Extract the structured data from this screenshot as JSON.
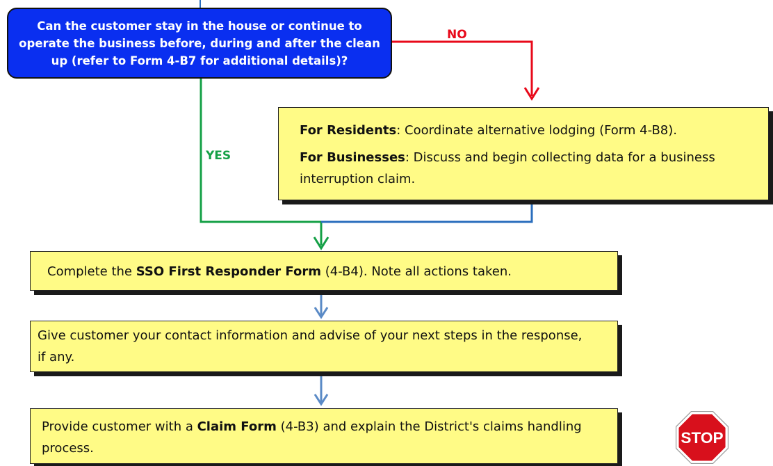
{
  "decision": {
    "text": "Can the customer stay in the house or continue to operate the business before, during and after the clean up (refer to Form 4-B7 for additional details)?"
  },
  "branch_labels": {
    "no": "NO",
    "yes": "YES"
  },
  "alternatives_box": {
    "residents_label": "For Residents",
    "residents_text": ":  Coordinate alternative lodging (Form 4-B8).",
    "businesses_label": "For Businesses",
    "businesses_text": ":  Discuss and begin collecting data for a business interruption claim."
  },
  "step1": {
    "prefix": "Complete the ",
    "bold": "SSO First Responder Form",
    "suffix": " (4-B4).  Note all actions taken."
  },
  "step2": {
    "text": "Give customer your contact information and advise of your next steps in the response, if any."
  },
  "step3": {
    "prefix": "Provide customer with a ",
    "bold": "Claim Form",
    "suffix": " (4-B3) and explain the District's claims handling process."
  },
  "stop_sign": {
    "text": "STOP"
  },
  "colors": {
    "decision_fill": "#0a2ff0",
    "box_fill": "#fffb86",
    "no_color": "#e8091a",
    "yes_color": "#14a046",
    "flow_color": "#2a6ebd",
    "arrow_color": "#5a8ac6",
    "stop_red": "#d8101c"
  }
}
